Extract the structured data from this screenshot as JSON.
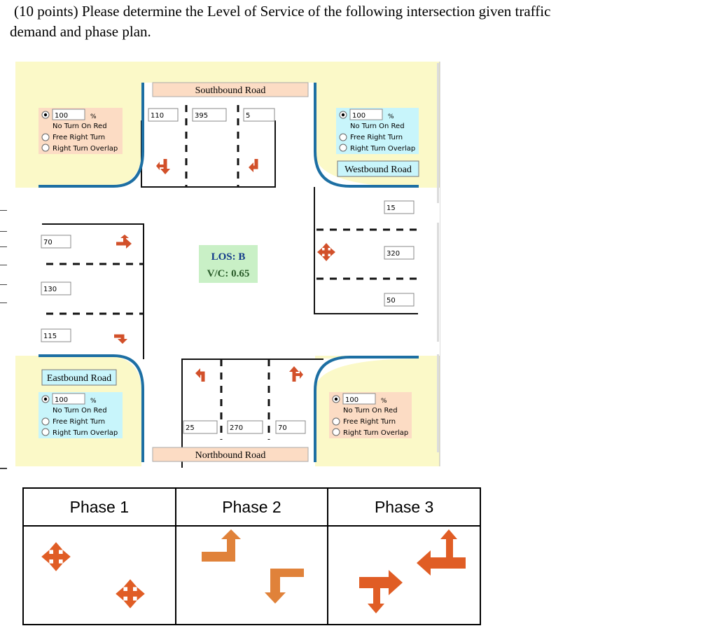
{
  "question": {
    "line1": "(10 points) Please determine the Level of Service of the following intersection given traffic",
    "line2": "demand and phase plan."
  },
  "colors": {
    "background": "#fbf9c8",
    "curb": "#1d6fa3",
    "arrow": "#d2502a",
    "phase_arrow": "#e05d25",
    "salmon_box": "#fcdcc4",
    "cyan_box": "#c8f5fb",
    "los_box": "#c9f0c6"
  },
  "roads": {
    "southbound": "Southbound Road",
    "westbound": "Westbound Road",
    "eastbound": "Eastbound Road",
    "northbound": "Northbound Road"
  },
  "volumes": {
    "southbound": [
      "110",
      "395",
      "5"
    ],
    "westbound": [
      "15",
      "320",
      "50"
    ],
    "eastbound": [
      "70",
      "130",
      "115"
    ],
    "northbound": [
      "25",
      "270",
      "70"
    ]
  },
  "rtor_panel": {
    "percent_value": "100",
    "percent_sign": "%",
    "option1": "No Turn On Red",
    "option2": "Free Right Turn",
    "option3": "Right Turn Overlap"
  },
  "result": {
    "los": "LOS: B",
    "vc": "V/C: 0.65"
  },
  "phase_table": {
    "headers": [
      "Phase 1",
      "Phase 2",
      "Phase 3"
    ]
  }
}
